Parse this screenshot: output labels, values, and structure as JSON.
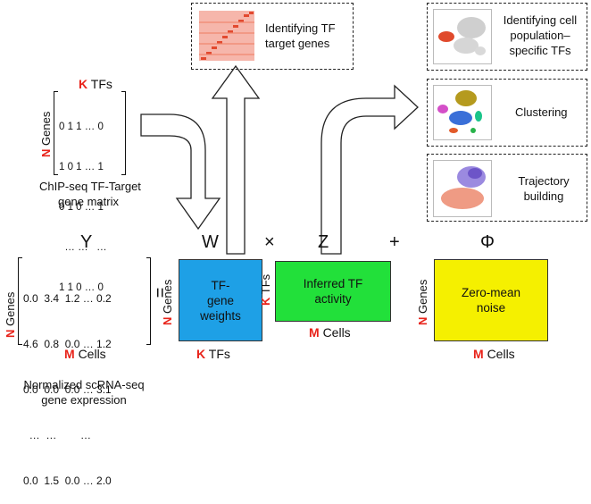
{
  "chip_matrix": {
    "col_label_k": "K",
    "col_label_rest": "TFs",
    "row_label_n": "N",
    "row_label_rest": "Genes",
    "rows": [
      "0 1 1 … 0",
      "1 0 1 … 1",
      "0 1 0 … 1",
      "  … …   … ",
      "1 1 0 … 0"
    ],
    "caption_line1": "ChIP-seq TF-Target",
    "caption_line2": "gene matrix"
  },
  "equation": {
    "y_symbol": "Y",
    "w_symbol": "W",
    "times": "×",
    "z_symbol": "Z",
    "plus": "+",
    "phi_symbol": "Φ",
    "equals": "=",
    "y_rows": [
      "0.0  3.4  1.2 … 0.2",
      "4.6  0.8  0.0 … 1.2",
      "0.0  0.0  0.0 … 3.1",
      "  …  …        … ",
      "0.0  1.5  0.0 … 2.0"
    ],
    "y_row_n": "N",
    "y_row_rest": "Genes",
    "y_col_m": "M",
    "y_col_rest": "Cells",
    "y_caption_line1": "Normalized scRNA-seq",
    "y_caption_line2": "gene expression",
    "w_line1": "TF-",
    "w_line2": "gene",
    "w_line3": "weights",
    "w_row_n": "N",
    "w_row_rest": "Genes",
    "w_col_k": "K",
    "w_col_rest": "TFs",
    "z_line1": "Inferred TF",
    "z_line2": "activity",
    "z_row_k": "K",
    "z_row_rest": "TFs",
    "z_col_m": "M",
    "z_col_rest": "Cells",
    "phi_line1": "Zero-mean",
    "phi_line2": "noise",
    "phi_row_n": "N",
    "phi_row_rest": "Genes",
    "phi_col_m": "M",
    "phi_col_rest": "Cells"
  },
  "outputs": {
    "target_line1": "Identifying TF",
    "target_line2": "target genes",
    "pop_line1": "Identifying cell",
    "pop_line2": "population–",
    "pop_line3": "specific TFs",
    "clustering": "Clustering",
    "traj_line1": "Trajectory",
    "traj_line2": "building"
  },
  "colors": {
    "red": "#e8231a",
    "blue": "#1ea0e6",
    "green": "#22e03a",
    "yellow": "#f5f000"
  }
}
